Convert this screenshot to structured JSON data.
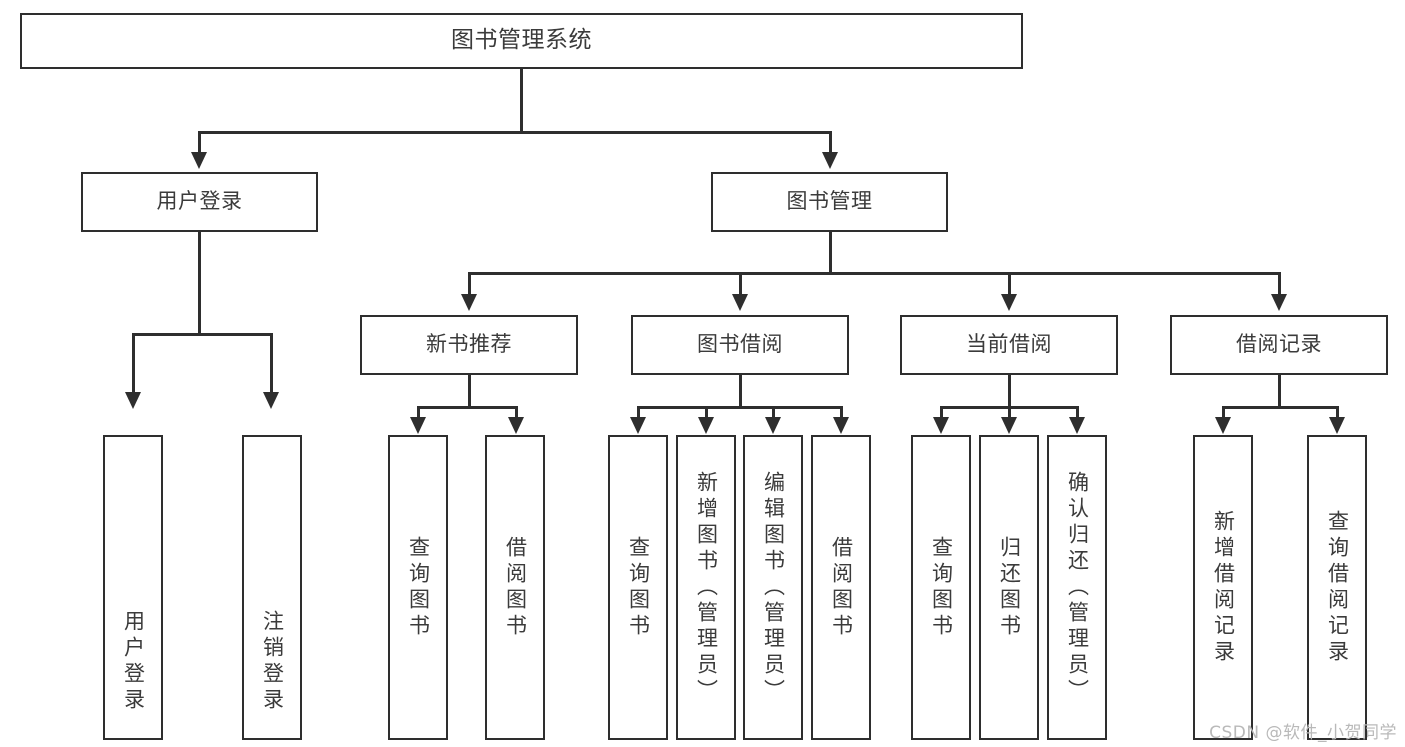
{
  "diagram": {
    "type": "tree-hierarchy-diagram",
    "title": "图书管理系统",
    "watermark": "CSDN @软件_小贺同学",
    "colors": {
      "stroke": "#2e2e2e",
      "text": "#3b3b3b",
      "background": "#ffffff",
      "watermark": "#b9b9b9"
    },
    "root": {
      "label": "图书管理系统"
    },
    "level2": [
      {
        "label": "用户登录"
      },
      {
        "label": "图书管理"
      }
    ],
    "level3": [
      {
        "label": "新书推荐"
      },
      {
        "label": "图书借阅"
      },
      {
        "label": "当前借阅"
      },
      {
        "label": "借阅记录"
      }
    ],
    "leaves": {
      "user_login": [
        {
          "label": "用户登录"
        },
        {
          "label": "注销登录"
        }
      ],
      "new_book_recommend": [
        {
          "label": "查询图书"
        },
        {
          "label": "借阅图书"
        }
      ],
      "book_borrow": [
        {
          "label": "查询图书"
        },
        {
          "label": "新增图书（管理员）"
        },
        {
          "label": "编辑图书（管理员）"
        },
        {
          "label": "借阅图书"
        }
      ],
      "current_borrow": [
        {
          "label": "查询图书"
        },
        {
          "label": "归还图书"
        },
        {
          "label": "确认归还（管理员）"
        }
      ],
      "borrow_record": [
        {
          "label": "新增借阅记录"
        },
        {
          "label": "查询借阅记录"
        }
      ]
    }
  }
}
